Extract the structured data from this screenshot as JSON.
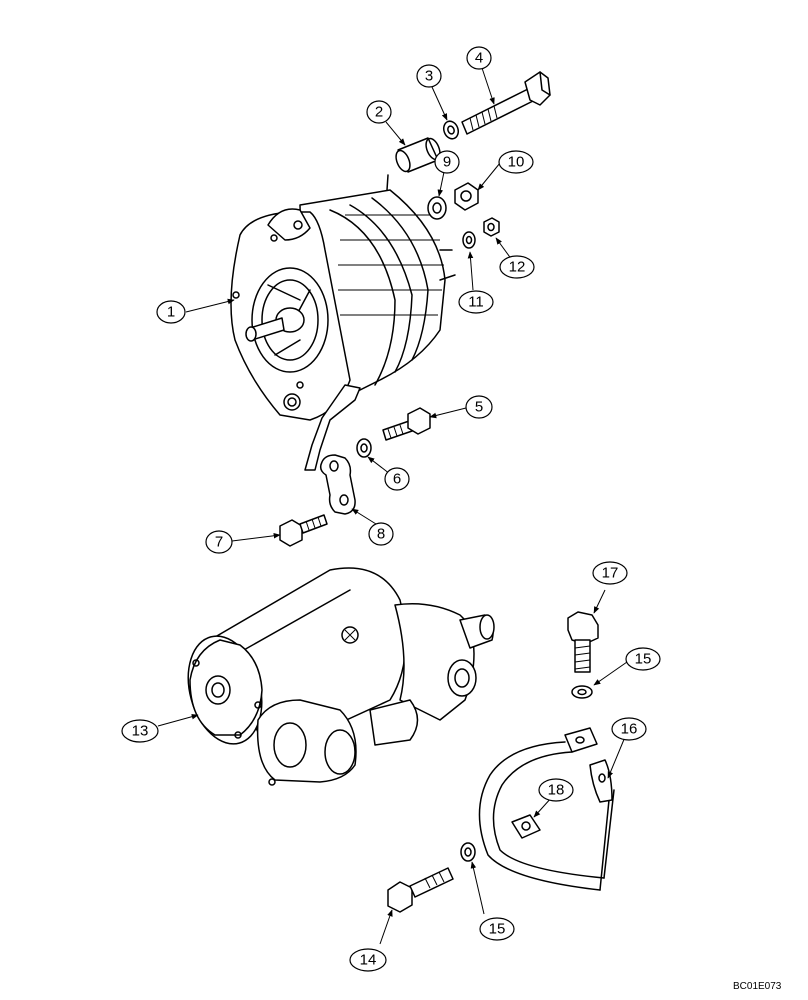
{
  "diagram": {
    "reference_code": "BC01E073",
    "callouts": [
      {
        "id": "c1",
        "label": "1"
      },
      {
        "id": "c2",
        "label": "2"
      },
      {
        "id": "c3",
        "label": "3"
      },
      {
        "id": "c4",
        "label": "4"
      },
      {
        "id": "c5",
        "label": "5"
      },
      {
        "id": "c6",
        "label": "6"
      },
      {
        "id": "c7",
        "label": "7"
      },
      {
        "id": "c8",
        "label": "8"
      },
      {
        "id": "c9",
        "label": "9"
      },
      {
        "id": "c10",
        "label": "10"
      },
      {
        "id": "c11",
        "label": "11"
      },
      {
        "id": "c12",
        "label": "12"
      },
      {
        "id": "c13",
        "label": "13"
      },
      {
        "id": "c14",
        "label": "14"
      },
      {
        "id": "c15a",
        "label": "15"
      },
      {
        "id": "c15b",
        "label": "15"
      },
      {
        "id": "c16",
        "label": "16"
      },
      {
        "id": "c17",
        "label": "17"
      },
      {
        "id": "c18",
        "label": "18"
      }
    ]
  }
}
